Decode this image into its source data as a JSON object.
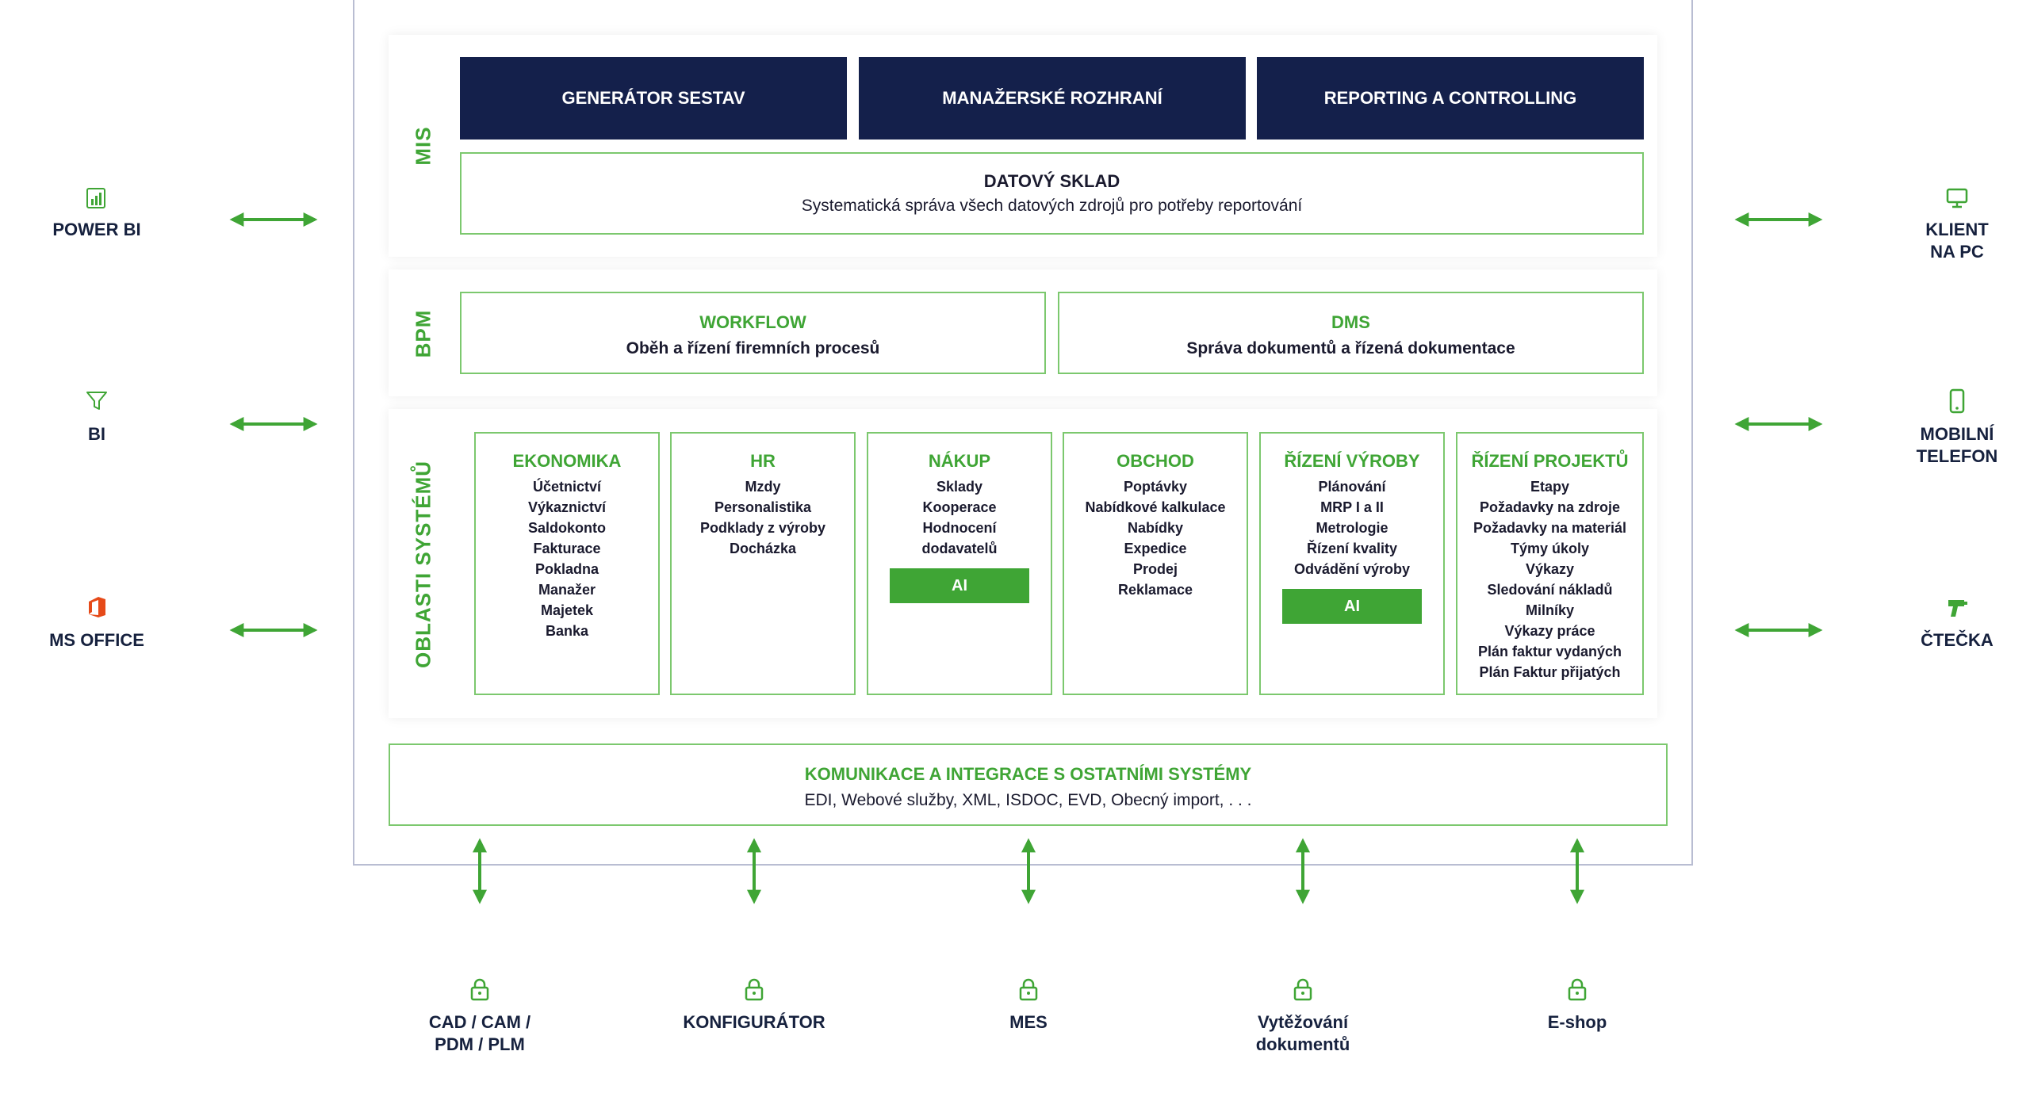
{
  "colors": {
    "navy": "#14204b",
    "green": "#3fa535",
    "green_border": "#7cc86e",
    "frame": "#b9bdd2"
  },
  "mis": {
    "label": "MIS",
    "buttons": [
      "GENERÁTOR SESTAV",
      "MANAŽERSKÉ ROZHRANÍ",
      "REPORTING A CONTROLLING"
    ],
    "warehouse": {
      "title": "DATOVÝ SKLAD",
      "subtitle": "Systematická správa všech datových zdrojů pro potřeby reportování"
    }
  },
  "bpm": {
    "label": "BPM",
    "workflow": {
      "title": "WORKFLOW",
      "subtitle": "Oběh a řízení firemních procesů"
    },
    "dms": {
      "title": "DMS",
      "subtitle": "Správa dokumentů a řízená dokumentace"
    }
  },
  "areas": {
    "label": "OBLASTI SYSTÉMŮ",
    "modules": [
      {
        "title": "EKONOMIKA",
        "items": [
          "Účetnictví",
          "Výkaznictví",
          "Saldokonto",
          "Fakturace",
          "Pokladna",
          "Manažer",
          "Majetek",
          "Banka"
        ],
        "ai": ""
      },
      {
        "title": "HR",
        "items": [
          "Mzdy",
          "Personalistika",
          "Podklady z výroby",
          "Docházka"
        ],
        "ai": ""
      },
      {
        "title": "NÁKUP",
        "items": [
          "Sklady",
          "Kooperace",
          "Hodnocení",
          "dodavatelů"
        ],
        "ai": "AI"
      },
      {
        "title": "OBCHOD",
        "items": [
          "Poptávky",
          "Nabídkové kalkulace",
          "Nabídky",
          "Expedice",
          "Prodej",
          "Reklamace"
        ],
        "ai": ""
      },
      {
        "title": "ŘÍZENÍ VÝROBY",
        "items": [
          "Plánování",
          "MRP I a II",
          "Metrologie",
          "Řízení kvality",
          "Odvádění výroby"
        ],
        "ai": "AI"
      },
      {
        "title": "ŘÍZENÍ PROJEKTŮ",
        "items": [
          "Etapy",
          "Požadavky na zdroje",
          "Požadavky na materiál",
          "Týmy úkoly",
          "Výkazy",
          "Sledování nákladů",
          "Milníky",
          "Výkazy práce",
          "Plán faktur vydaných",
          "Plán Faktur přijatých"
        ],
        "ai": ""
      }
    ]
  },
  "integration": {
    "title": "KOMUNIKACE A INTEGRACE S OSTATNÍMI SYSTÉMY",
    "subtitle": "EDI, Webové služby, XML, ISDOC, EVD, Obecný import, . . ."
  },
  "left_items": [
    {
      "label_lines": [
        "POWER BI"
      ],
      "icon": "powerbi-icon"
    },
    {
      "label_lines": [
        "BI"
      ],
      "icon": "funnel-icon"
    },
    {
      "label_lines": [
        "MS OFFICE"
      ],
      "icon": "office-icon"
    }
  ],
  "right_items": [
    {
      "label_lines": [
        "KLIENT",
        "NA PC"
      ],
      "icon": "monitor-icon"
    },
    {
      "label_lines": [
        "MOBILNÍ",
        "TELEFON"
      ],
      "icon": "phone-icon"
    },
    {
      "label_lines": [
        "ČTEČKA"
      ],
      "icon": "scanner-icon"
    }
  ],
  "bottom_items": [
    {
      "label_lines": [
        "CAD / CAM /",
        "PDM / PLM"
      ],
      "icon": "lock-icon"
    },
    {
      "label_lines": [
        "KONFIGURÁTOR"
      ],
      "icon": "lock-icon"
    },
    {
      "label_lines": [
        "MES"
      ],
      "icon": "lock-icon"
    },
    {
      "label_lines": [
        "Vytěžování",
        "dokumentů"
      ],
      "icon": "lock-icon"
    },
    {
      "label_lines": [
        "E-shop"
      ],
      "icon": "lock-icon"
    }
  ]
}
